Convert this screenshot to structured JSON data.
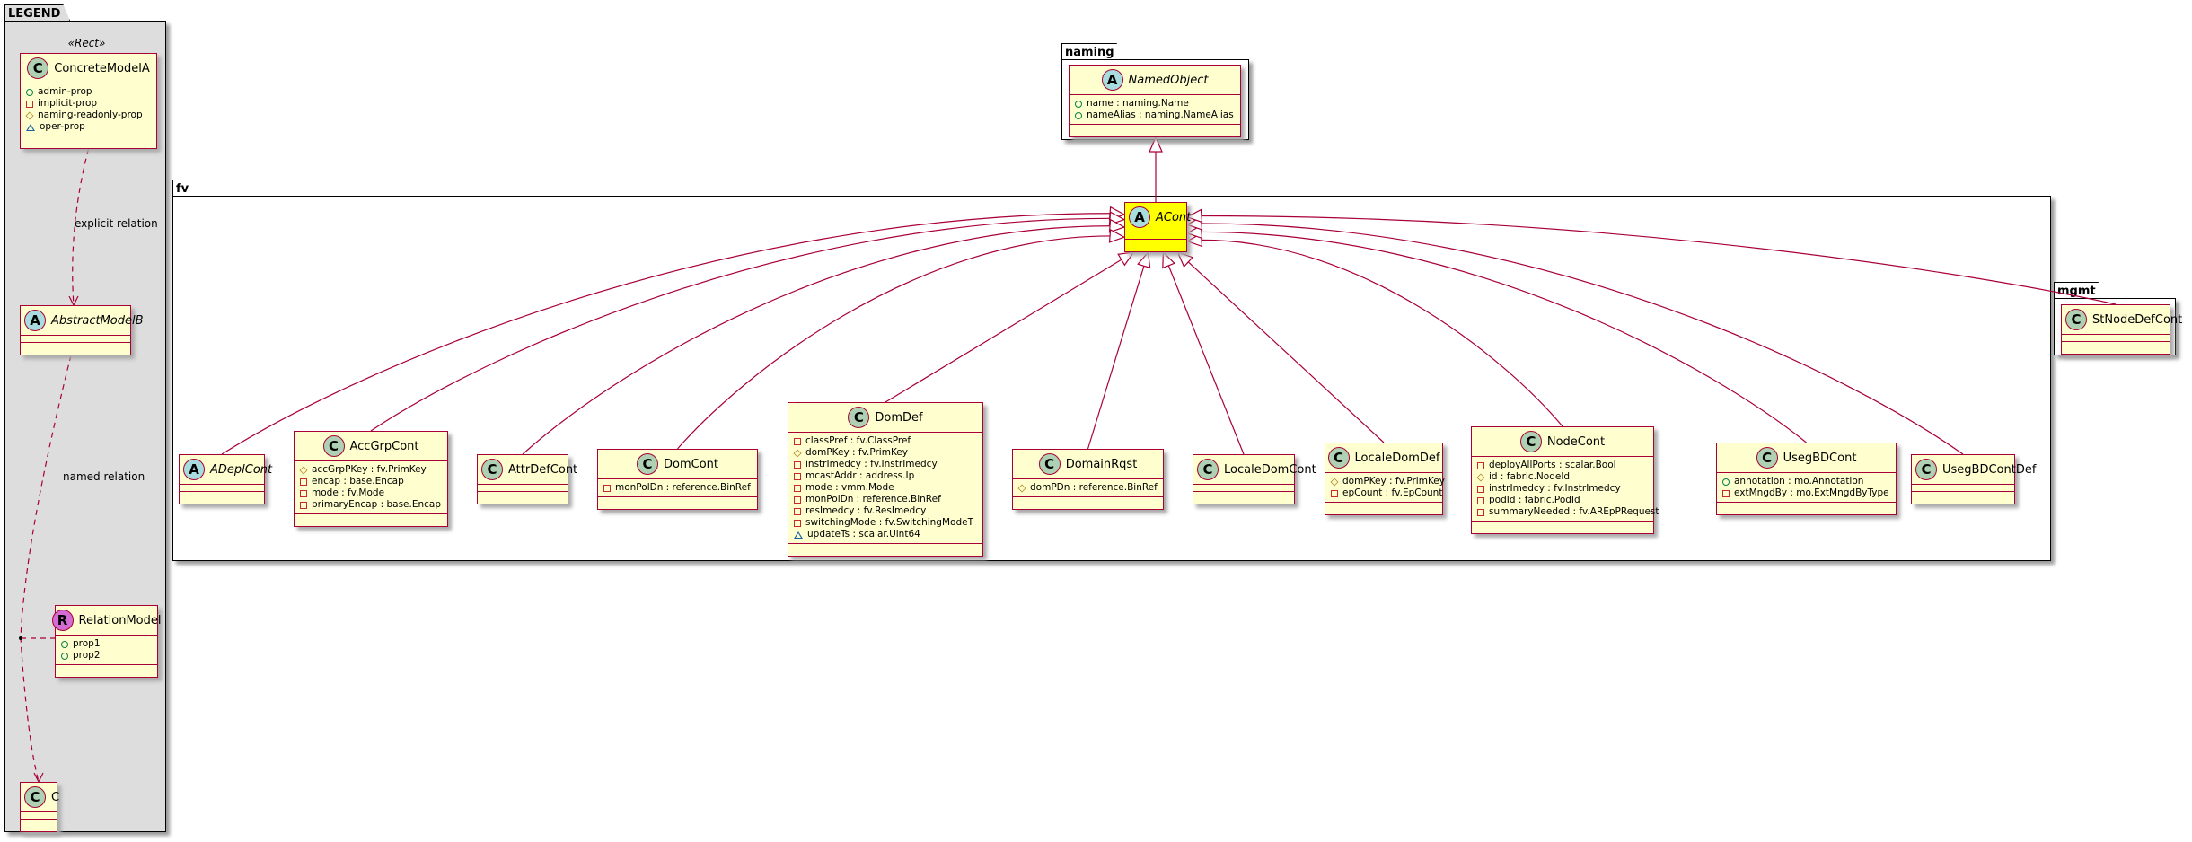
{
  "packages": {
    "legend": {
      "label": "LEGEND",
      "stereotype": "«Rect»"
    },
    "naming": {
      "label": "naming"
    },
    "fv": {
      "label": "fv"
    },
    "mgmt": {
      "label": "mgmt"
    }
  },
  "legend_labels": {
    "explicit": "explicit relation",
    "named": "named relation"
  },
  "colors": {
    "class_bg": "#fefece",
    "border": "#a80036",
    "highlight": "#ffff00",
    "legend_bg": "#dddddd",
    "class_icon": "#add1b2",
    "abstract_icon": "#a9dcdf",
    "relation_icon": "#d36cd3"
  },
  "classes": [
    {
      "id": "ConcreteModelA",
      "name": "ConcreteModelA",
      "kind": "C",
      "attrs": [
        {
          "vis": "+",
          "text": "admin-prop"
        },
        {
          "vis": "-",
          "text": "implicit-prop"
        },
        {
          "vis": "#",
          "text": "naming-readonly-prop"
        },
        {
          "vis": "~",
          "text": "oper-prop"
        }
      ]
    },
    {
      "id": "AbstractModelB",
      "name": "AbstractModelB",
      "kind": "A",
      "attrs": []
    },
    {
      "id": "RelationModel",
      "name": "RelationModel",
      "kind": "R",
      "attrs": [
        {
          "vis": "+",
          "text": "prop1"
        },
        {
          "vis": "+",
          "text": "prop2"
        }
      ]
    },
    {
      "id": "C",
      "name": "C",
      "kind": "C",
      "attrs": []
    },
    {
      "id": "NamedObject",
      "name": "NamedObject",
      "kind": "A",
      "attrs": [
        {
          "vis": "+",
          "text": "name : naming.Name"
        },
        {
          "vis": "+",
          "text": "nameAlias : naming.NameAlias"
        }
      ]
    },
    {
      "id": "ACont",
      "name": "ACont",
      "kind": "A",
      "attrs": []
    },
    {
      "id": "ADeplCont",
      "name": "ADeplCont",
      "kind": "A",
      "attrs": []
    },
    {
      "id": "AccGrpCont",
      "name": "AccGrpCont",
      "kind": "C",
      "attrs": [
        {
          "vis": "#",
          "text": "accGrpPKey : fv.PrimKey"
        },
        {
          "vis": "-",
          "text": "encap : base.Encap"
        },
        {
          "vis": "-",
          "text": "mode : fv.Mode"
        },
        {
          "vis": "-",
          "text": "primaryEncap : base.Encap"
        }
      ]
    },
    {
      "id": "AttrDefCont",
      "name": "AttrDefCont",
      "kind": "C",
      "attrs": []
    },
    {
      "id": "DomCont",
      "name": "DomCont",
      "kind": "C",
      "attrs": [
        {
          "vis": "-",
          "text": "monPolDn : reference.BinRef"
        }
      ]
    },
    {
      "id": "DomDef",
      "name": "DomDef",
      "kind": "C",
      "attrs": [
        {
          "vis": "-",
          "text": "classPref : fv.ClassPref"
        },
        {
          "vis": "#",
          "text": "domPKey : fv.PrimKey"
        },
        {
          "vis": "-",
          "text": "instrImedcy : fv.InstrImedcy"
        },
        {
          "vis": "-",
          "text": "mcastAddr : address.Ip"
        },
        {
          "vis": "-",
          "text": "mode : vmm.Mode"
        },
        {
          "vis": "-",
          "text": "monPolDn : reference.BinRef"
        },
        {
          "vis": "-",
          "text": "resImedcy : fv.ResImedcy"
        },
        {
          "vis": "-",
          "text": "switchingMode : fv.SwitchingModeT"
        },
        {
          "vis": "~",
          "text": "updateTs : scalar.Uint64"
        }
      ]
    },
    {
      "id": "DomainRqst",
      "name": "DomainRqst",
      "kind": "C",
      "attrs": [
        {
          "vis": "#",
          "text": "domPDn : reference.BinRef"
        }
      ]
    },
    {
      "id": "LocaleDomCont",
      "name": "LocaleDomCont",
      "kind": "C",
      "attrs": []
    },
    {
      "id": "LocaleDomDef",
      "name": "LocaleDomDef",
      "kind": "C",
      "attrs": [
        {
          "vis": "#",
          "text": "domPKey : fv.PrimKey"
        },
        {
          "vis": "-",
          "text": "epCount : fv.EpCount"
        }
      ]
    },
    {
      "id": "NodeCont",
      "name": "NodeCont",
      "kind": "C",
      "attrs": [
        {
          "vis": "-",
          "text": "deployAllPorts : scalar.Bool"
        },
        {
          "vis": "#",
          "text": "id : fabric.NodeId"
        },
        {
          "vis": "-",
          "text": "instrImedcy : fv.InstrImedcy"
        },
        {
          "vis": "-",
          "text": "podId : fabric.PodId"
        },
        {
          "vis": "-",
          "text": "summaryNeeded : fv.AREpPRequest"
        }
      ]
    },
    {
      "id": "UsegBDCont",
      "name": "UsegBDCont",
      "kind": "C",
      "attrs": [
        {
          "vis": "+",
          "text": "annotation : mo.Annotation"
        },
        {
          "vis": "-",
          "text": "extMngdBy : mo.ExtMngdByType"
        }
      ]
    },
    {
      "id": "UsegBDContDef",
      "name": "UsegBDContDef",
      "kind": "C",
      "attrs": []
    },
    {
      "id": "StNodeDefCont",
      "name": "StNodeDefCont",
      "kind": "C",
      "attrs": []
    }
  ]
}
